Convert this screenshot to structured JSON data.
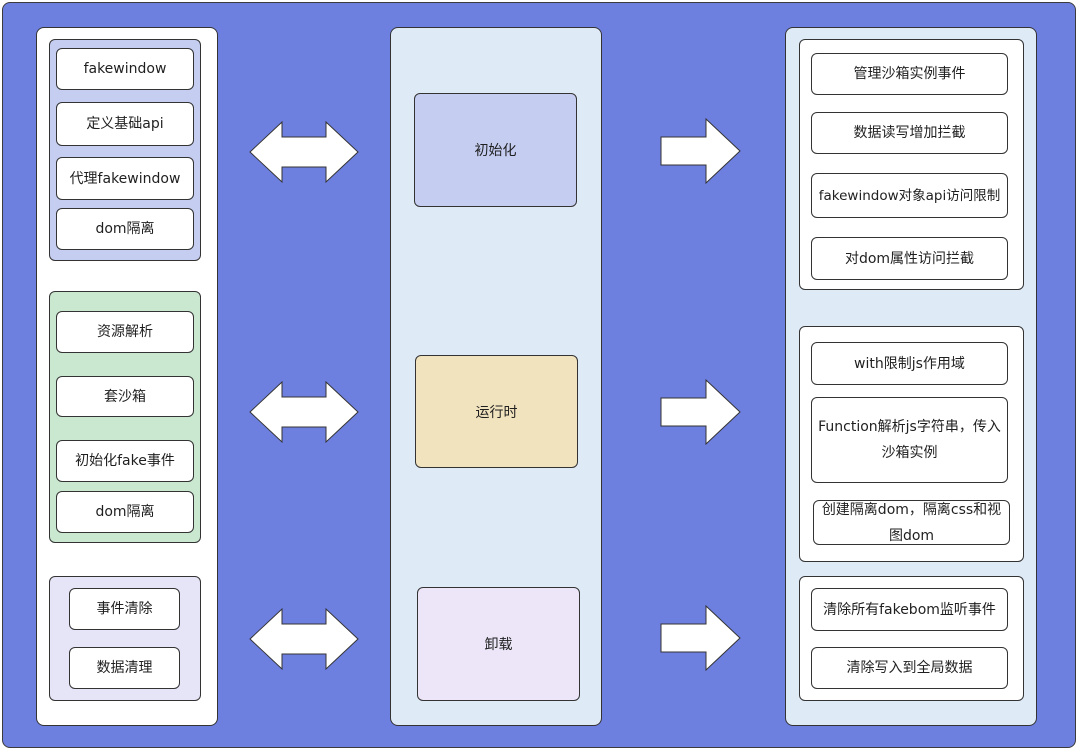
{
  "left": {
    "init_items": [
      "fakewindow",
      "定义基础api",
      "代理fakewindow",
      "dom隔离"
    ],
    "run_items": [
      "资源解析",
      "套沙箱",
      "初始化fake事件",
      "dom隔离"
    ],
    "unload_items": [
      "事件清除",
      "数据清理"
    ]
  },
  "middle": {
    "phases": [
      "初始化",
      "运行时",
      "卸载"
    ]
  },
  "right": {
    "init_items": [
      "管理沙箱实例事件",
      "数据读写增加拦截",
      "fakewindow对象api访问限制",
      "对dom属性访问拦截"
    ],
    "run_items": [
      "with限制js作用域",
      "Function解析js字符串，传入沙箱实例",
      "创建隔离dom，隔离css和视图dom"
    ],
    "unload_items": [
      "清除所有fakebom监听事件",
      "清除写入到全局数据"
    ]
  },
  "colors": {
    "background": "#6d7fdf",
    "phase_init": "#c5cdf1",
    "phase_run": "#f2e3bf",
    "phase_unload": "#ece6f8",
    "group_run": "#c9e8cf"
  }
}
